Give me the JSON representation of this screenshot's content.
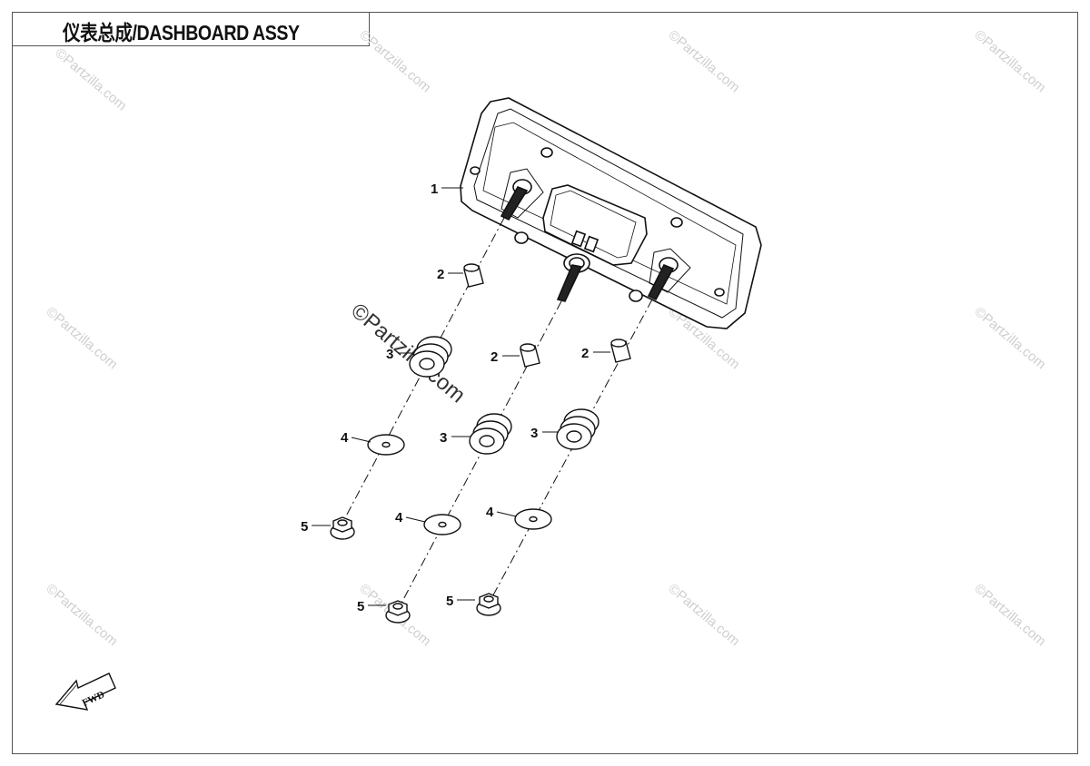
{
  "title": "仪表总成/DASHBOARD ASSY",
  "watermark": "©Partzilla.com",
  "fwd_label": "FWD",
  "callouts": {
    "c1": "1",
    "c2a": "2",
    "c2b": "2",
    "c2c": "2",
    "c3a": "3",
    "c3b": "3",
    "c3c": "3",
    "c4a": "4",
    "c4b": "4",
    "c4c": "4",
    "c5a": "5",
    "c5b": "5",
    "c5c": "5"
  },
  "colors": {
    "line": "#111111",
    "frame": "#555555",
    "watermark": "#cfcfcf"
  }
}
